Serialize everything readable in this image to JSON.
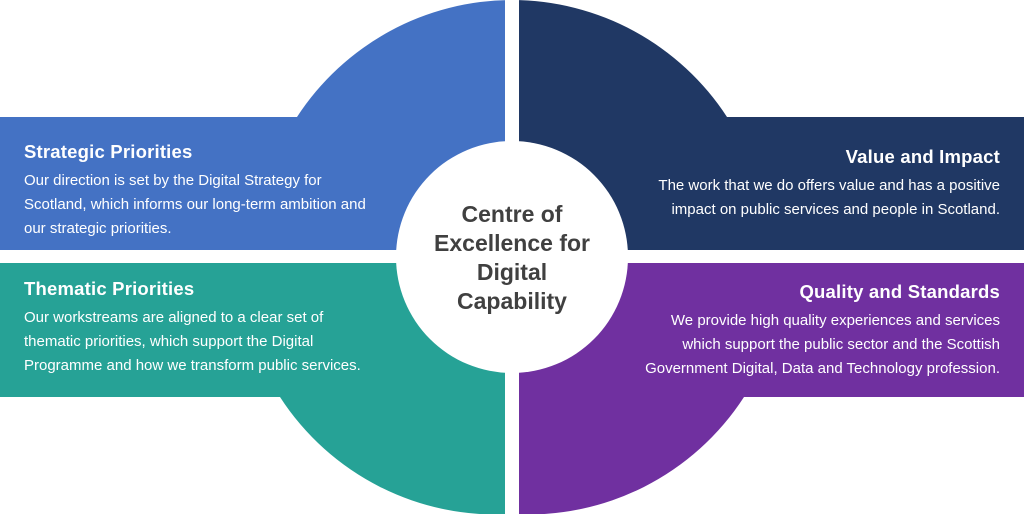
{
  "center_title": [
    "Centre of",
    "Excellence for",
    "Digital",
    "Capability"
  ],
  "quadrants": [
    {
      "title": "Strategic Priorities",
      "body": [
        "Our direction is set by the Digital Strategy for",
        "Scotland, which informs our long-term ambition and",
        "our strategic priorities."
      ],
      "color": "#4472c4"
    },
    {
      "title": "Value and Impact",
      "body": [
        "The work that we do offers value and has a positive",
        "impact on public services and people in Scotland."
      ],
      "color": "#203864"
    },
    {
      "title": "Thematic Priorities",
      "body": [
        "Our workstreams are aligned to a clear set of",
        "thematic priorities, which support the Digital",
        "Programme and how we transform public services."
      ],
      "color": "#26a296"
    },
    {
      "title": "Quality and Standards",
      "body": [
        "We provide high quality experiences and services",
        "which support the public sector and the Scottish",
        "Government Digital, Data and Technology profession."
      ],
      "color": "#7030a0"
    }
  ]
}
